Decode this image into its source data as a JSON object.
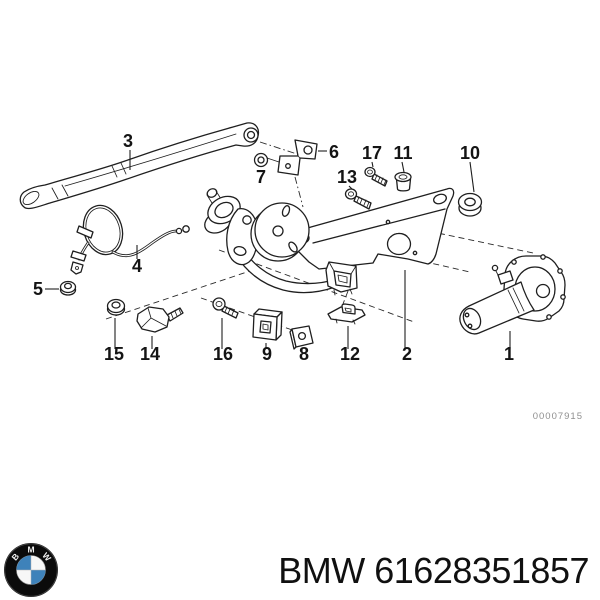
{
  "colors": {
    "line": "#1f1f1f",
    "drawing_number_text": "#8f8f8f",
    "footer_text": "#101010",
    "logo_ring": "#0b0b0b",
    "logo_blue": "#3e82ba",
    "logo_white": "#f7f7f7",
    "background": "#ffffff"
  },
  "diagram": {
    "drawing_number": "00007915",
    "callouts": [
      {
        "label": "1"
      },
      {
        "label": "2"
      },
      {
        "label": "3"
      },
      {
        "label": "4"
      },
      {
        "label": "5"
      },
      {
        "label": "6"
      },
      {
        "label": "7"
      },
      {
        "label": "8"
      },
      {
        "label": "9"
      },
      {
        "label": "10"
      },
      {
        "label": "11"
      },
      {
        "label": "12"
      },
      {
        "label": "13"
      },
      {
        "label": "14"
      },
      {
        "label": "15"
      },
      {
        "label": "16"
      },
      {
        "label": "17"
      }
    ]
  },
  "footer": {
    "text": "BMW 61628351857"
  },
  "logo": {
    "letters": [
      "B",
      "M",
      "W"
    ]
  }
}
